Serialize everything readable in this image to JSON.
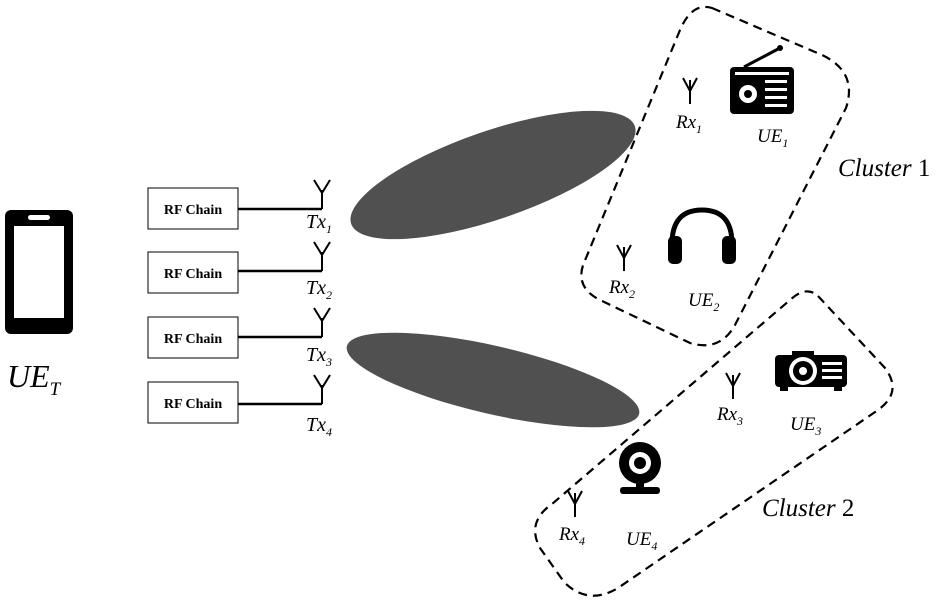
{
  "source_device": {
    "label": "UE",
    "subscript": "T"
  },
  "rf_chains": [
    {
      "label": "RF Chain",
      "antenna": "Tx",
      "index": "1"
    },
    {
      "label": "RF Chain",
      "antenna": "Tx",
      "index": "2"
    },
    {
      "label": "RF Chain",
      "antenna": "Tx",
      "index": "3"
    },
    {
      "label": "RF Chain",
      "antenna": "Tx",
      "index": "4"
    }
  ],
  "clusters": [
    {
      "label": "Cluster",
      "number": "1"
    },
    {
      "label": "Cluster",
      "number": "2"
    }
  ],
  "receivers": [
    {
      "antenna": "Rx",
      "index": "1",
      "ue": "UE",
      "ue_index": "1",
      "icon": "radio-icon"
    },
    {
      "antenna": "Rx",
      "index": "2",
      "ue": "UE",
      "ue_index": "2",
      "icon": "headphones-icon"
    },
    {
      "antenna": "Rx",
      "index": "3",
      "ue": "UE",
      "ue_index": "3",
      "icon": "projector-icon"
    },
    {
      "antenna": "Rx",
      "index": "4",
      "ue": "UE",
      "ue_index": "4",
      "icon": "webcam-icon"
    }
  ],
  "colors": {
    "beam": "#505050",
    "line": "#000000"
  }
}
